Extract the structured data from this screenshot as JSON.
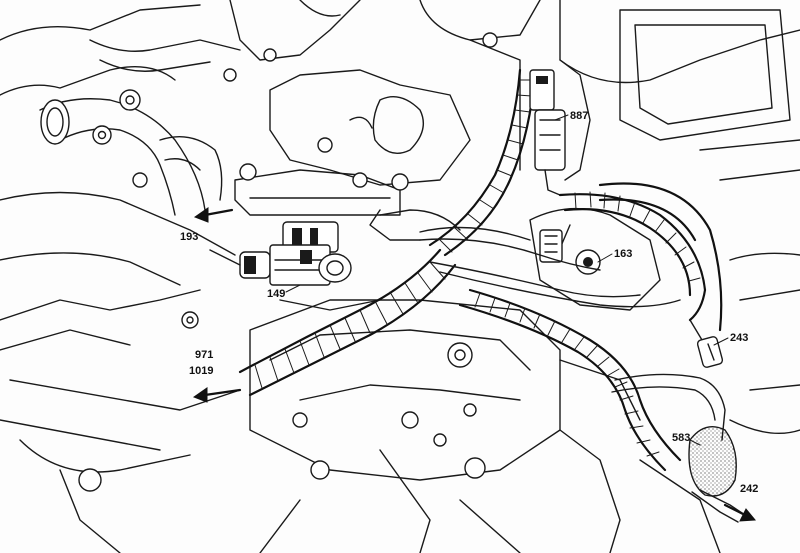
{
  "diagram": {
    "callouts": {
      "c193": "193",
      "c149": "149",
      "c971": "971",
      "c1019": "1019",
      "c887": "887",
      "c163": "163",
      "c243": "243",
      "c583": "583",
      "c242": "242"
    }
  }
}
